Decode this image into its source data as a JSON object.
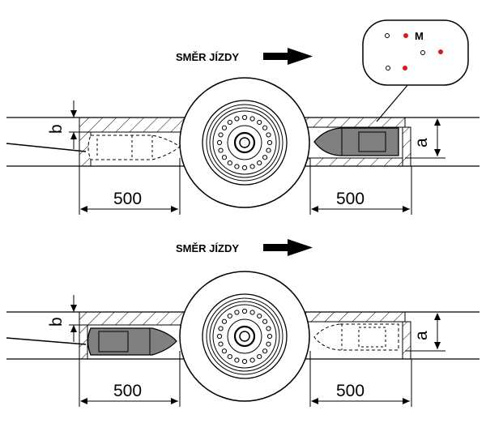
{
  "panels": [
    {
      "direction_label": "SMĚR JÍZDY",
      "left_dimension": "500",
      "right_dimension": "500",
      "left_height_label": "b",
      "right_height_label": "a",
      "active_sensor": "right"
    },
    {
      "direction_label": "SMĚR JÍZDY",
      "left_dimension": "500",
      "right_dimension": "500",
      "left_height_label": "b",
      "right_height_label": "a",
      "active_sensor": "left"
    }
  ],
  "inset": {
    "marker_label": "M",
    "marker_color": "#e0161b"
  },
  "colors": {
    "active_sensor_fill": "#808080",
    "inactive_sensor_fill": "#ffffff",
    "line": "#000000"
  }
}
